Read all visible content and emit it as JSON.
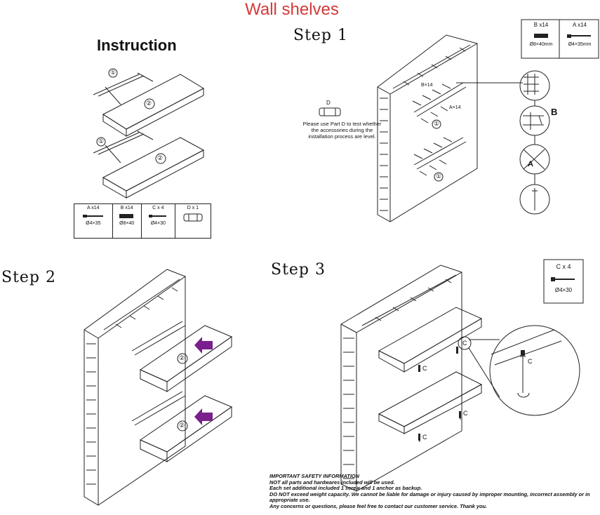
{
  "title": "Wall shelves",
  "instruction_heading": "Instruction",
  "steps": {
    "step1": "Step 1",
    "step2": "Step 2",
    "step3": "Step 3"
  },
  "parts_list": [
    {
      "label": "A x14",
      "spec": "Ø4×35"
    },
    {
      "label": "B x14",
      "spec": "Ø8×40"
    },
    {
      "label": "C x 4",
      "spec": "Ø4×30"
    },
    {
      "label": "D x 1",
      "spec": ""
    }
  ],
  "step1_parts": [
    {
      "label": "B x14",
      "spec": "Ø8×40mm"
    },
    {
      "label": "A x14",
      "spec": "Ø4×35mm"
    }
  ],
  "step3_parts": {
    "label": "C x 4",
    "spec": "Ø4×30"
  },
  "part_d": {
    "label": "D",
    "note": "Please use Part D to test whether the accessories during the installation process are level."
  },
  "callouts": {
    "bracket": "①",
    "shelf": "②",
    "B": "B",
    "A": "A",
    "C": "C",
    "B_x14": "B×14",
    "A_x14": "A×14"
  },
  "safety": {
    "heading": "IMPORTANT SAFETY INFORMATION",
    "lines": [
      "NOT all parts and hardwares included will be used.",
      "Each set additional included 1 screw and 1 anchor as backup.",
      "DO NOT exceed weight capacity. We cannot be liable for damage or injury caused by improper mounting, incorrect assembly or in appropriate use.",
      "Any concerns or questions, please feel free to contact our customer service. Thank you."
    ]
  },
  "colors": {
    "title": "#d23a3a",
    "arrow": "#7a1f8c",
    "line": "#222222"
  }
}
